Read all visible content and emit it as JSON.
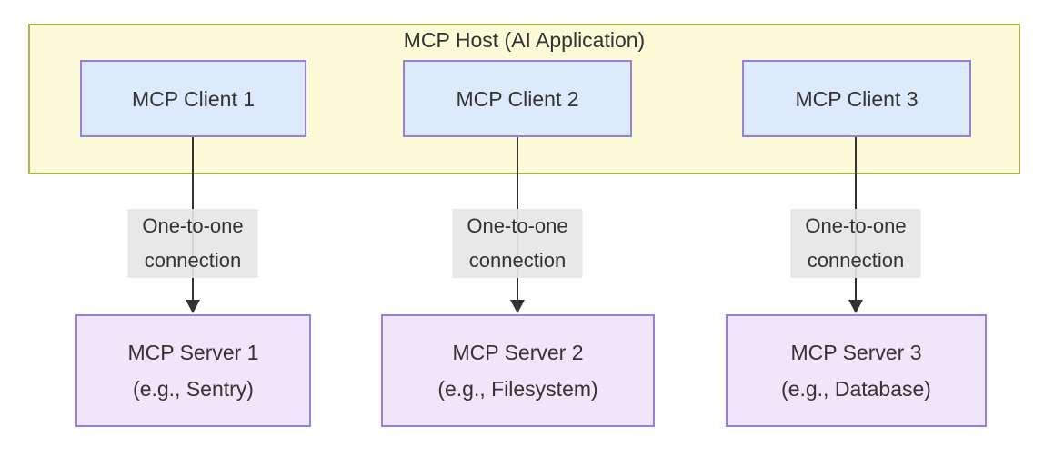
{
  "diagram": {
    "host": {
      "title": "MCP Host (AI Application)",
      "clients": [
        {
          "label": "MCP Client 1"
        },
        {
          "label": "MCP Client 2"
        },
        {
          "label": "MCP Client 3"
        }
      ]
    },
    "connections": [
      {
        "line1": "One-to-one",
        "line2": "connection"
      },
      {
        "line1": "One-to-one",
        "line2": "connection"
      },
      {
        "line1": "One-to-one",
        "line2": "connection"
      }
    ],
    "servers": [
      {
        "name": "MCP Server 1",
        "example": "(e.g., Sentry)"
      },
      {
        "name": "MCP Server 2",
        "example": "(e.g., Filesystem)"
      },
      {
        "name": "MCP Server 3",
        "example": "(e.g., Database)"
      }
    ],
    "colors": {
      "host_fill": "#fbfbd8",
      "host_border": "#b2b255",
      "client_fill": "#dceafc",
      "client_border": "#9b7ed8",
      "server_fill": "#f1e5f9",
      "server_border": "#9b7ed8",
      "connection_label_bg": "#e8e8e8",
      "arrow": "#333333",
      "text": "#333333"
    }
  }
}
